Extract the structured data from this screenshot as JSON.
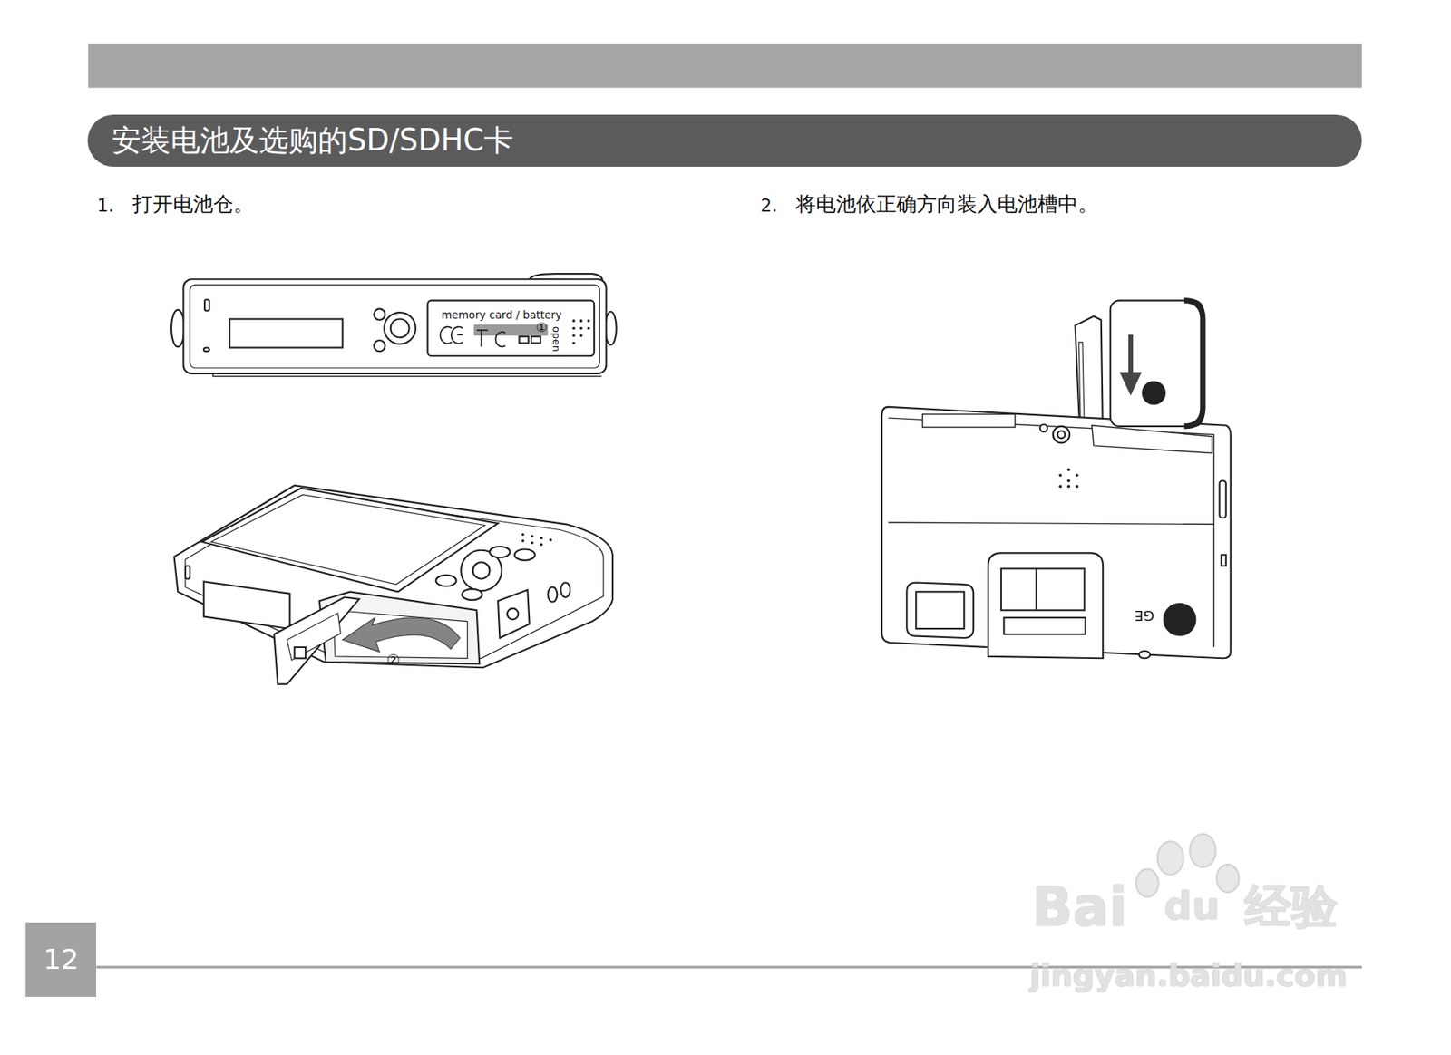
{
  "diagram": {
    "nodes": [
      {
        "text": [
          "安装电池及选购的SD/SDHC卡"
        ]
      },
      {
        "text": [
          "12"
        ]
      }
    ],
    "edges": [],
    "labels": [
      "1.",
      "打开电池仓。",
      "2.",
      "将电池依正确方向装入电池槽中。",
      "memory card / battery",
      "open",
      "①",
      "②",
      "GE",
      "Bai",
      "du",
      "经验",
      "jingyan.baidu.com"
    ]
  }
}
